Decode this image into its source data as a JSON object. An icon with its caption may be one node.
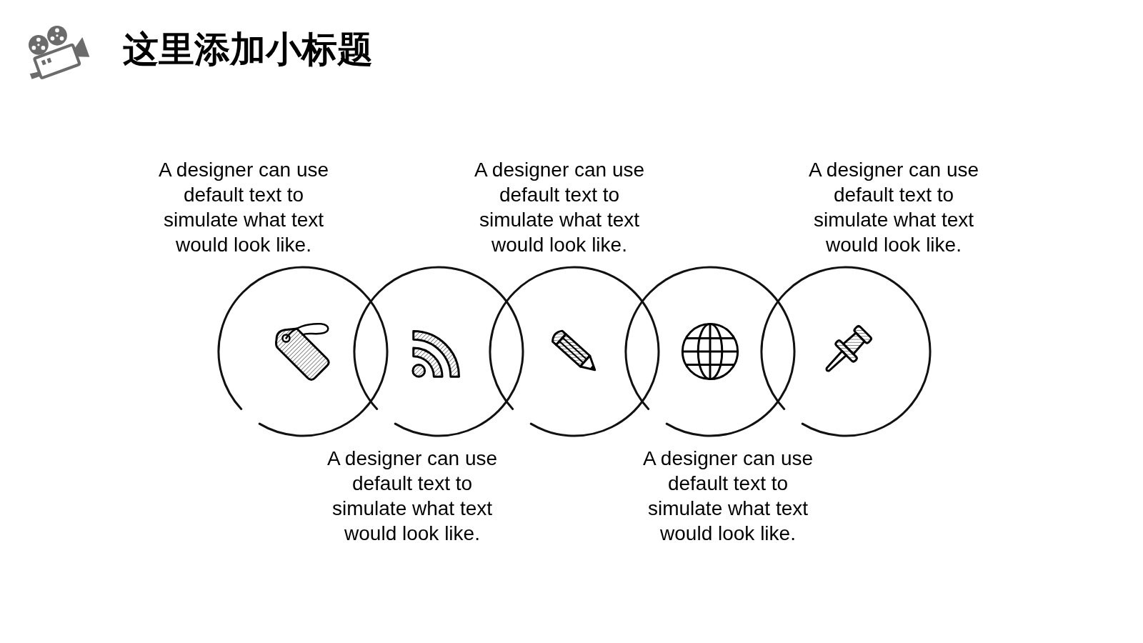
{
  "diagram": {
    "title": "这里添加小标题",
    "nodes": [
      {
        "text": [],
        "shape": "circle",
        "beside": [
          "A designer can use default text to simulate what text would look like."
        ]
      },
      {
        "text": [],
        "shape": "circle",
        "beside": [
          "A designer can use default text to simulate what text would look like."
        ]
      },
      {
        "text": [],
        "shape": "circle",
        "beside": [
          "A designer can use default text to simulate what text would look like."
        ]
      },
      {
        "text": [],
        "shape": "circle",
        "beside": [
          "A designer can use default text to simulate what text would look like."
        ]
      },
      {
        "text": [],
        "shape": "circle",
        "beside": [
          "A designer can use default text to simulate what text would look like."
        ]
      }
    ]
  }
}
